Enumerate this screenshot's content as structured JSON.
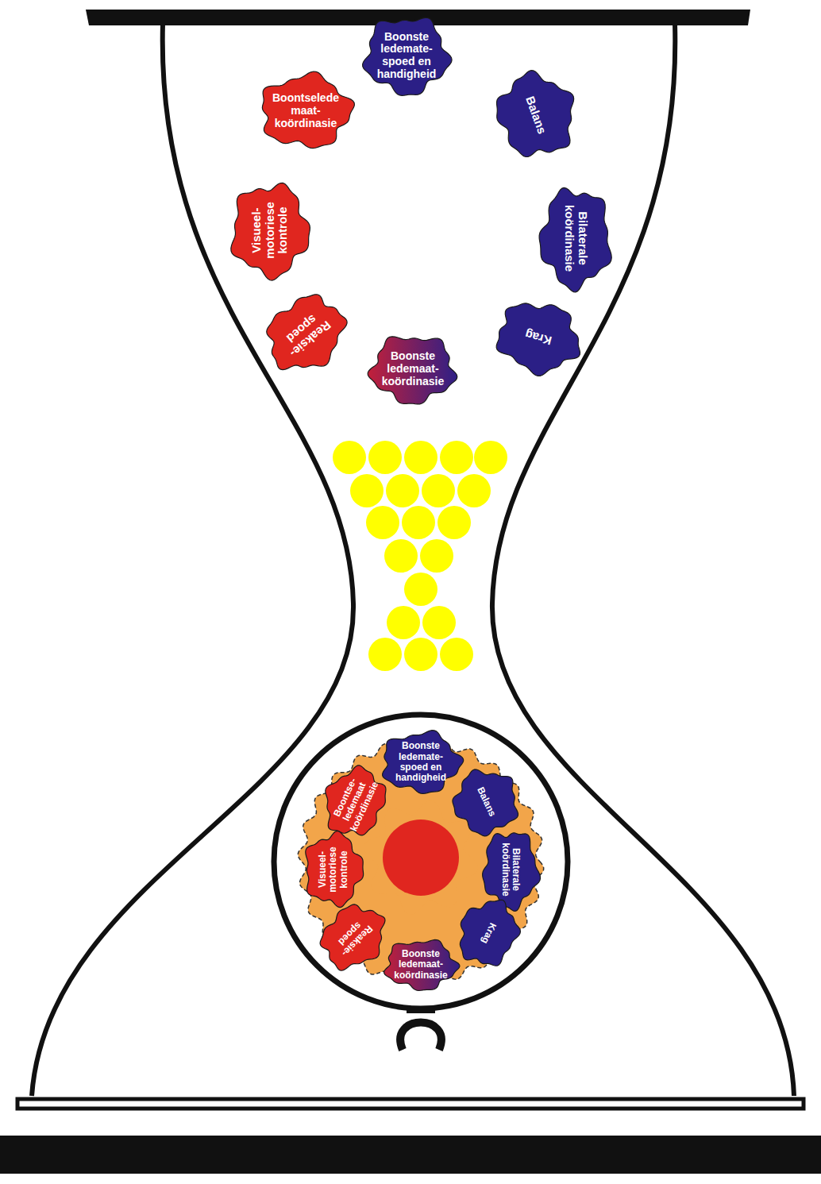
{
  "diagram": {
    "nodes": [
      {
        "text": [
          "Boonste ledemate- spoed en handigheid"
        ]
      },
      {
        "text": [
          "Boontselede maat- koördinasie"
        ]
      },
      {
        "text": [
          "Balans"
        ]
      },
      {
        "text": [
          "Visueel- motoriese kontrole"
        ]
      },
      {
        "text": [
          "Bilaterale koördinasie"
        ]
      },
      {
        "text": [
          "Reaksie- spoed"
        ]
      },
      {
        "text": [
          "Krag"
        ]
      },
      {
        "text": [
          "Boonste ledemaat- koördinasie"
        ]
      },
      {
        "text": [
          "Boonste ledemate- spoed en handigheid"
        ]
      },
      {
        "text": [
          "Boontse- ledemaat koördinasie"
        ]
      },
      {
        "text": [
          "Balans"
        ]
      },
      {
        "text": [
          "Visueel- motoriese kontrole"
        ]
      },
      {
        "text": [
          "Bilaterale koördinasie"
        ]
      },
      {
        "text": [
          "Reaksie- spoed"
        ]
      },
      {
        "text": [
          "Krag"
        ]
      },
      {
        "text": [
          "Boonste ledemaat- koördinasie"
        ]
      }
    ]
  }
}
